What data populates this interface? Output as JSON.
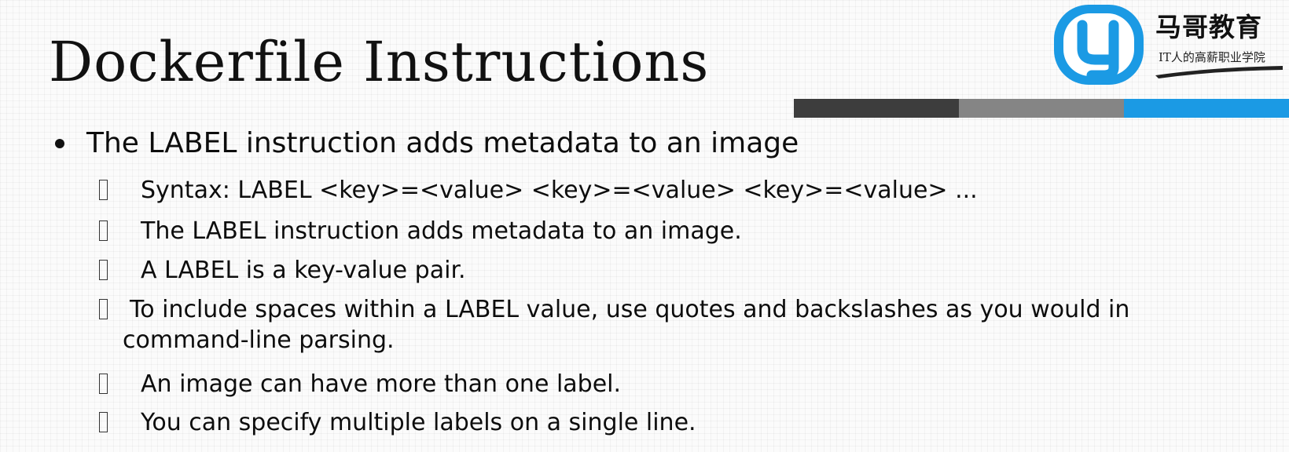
{
  "slide": {
    "title": "Dockerfile Instructions",
    "brand": {
      "name": "马哥教育",
      "slogan": "IT人的高薪职业学院",
      "logo_icon": "mage-education-logo-icon",
      "logo_color": "#1b9ae4"
    },
    "accent_colors": [
      "#3d3d3d",
      "#858585",
      "#1b9ae4"
    ],
    "bullet": "The LABEL instruction adds metadata to an image",
    "sub_items": [
      {
        "text": "Syntax: LABEL <key>=<value> <key>=<value> <key>=<value> ..."
      },
      {
        "text": "The LABEL instruction adds metadata to an image."
      },
      {
        "text": "A LABEL is a key-value pair."
      },
      {
        "text": "To include spaces within a LABEL value, use quotes and backslashes as you would in",
        "continuation": "command-line parsing."
      },
      {
        "text": "An image can have more than one label."
      },
      {
        "text": "You can specify multiple labels on a single line."
      }
    ]
  }
}
